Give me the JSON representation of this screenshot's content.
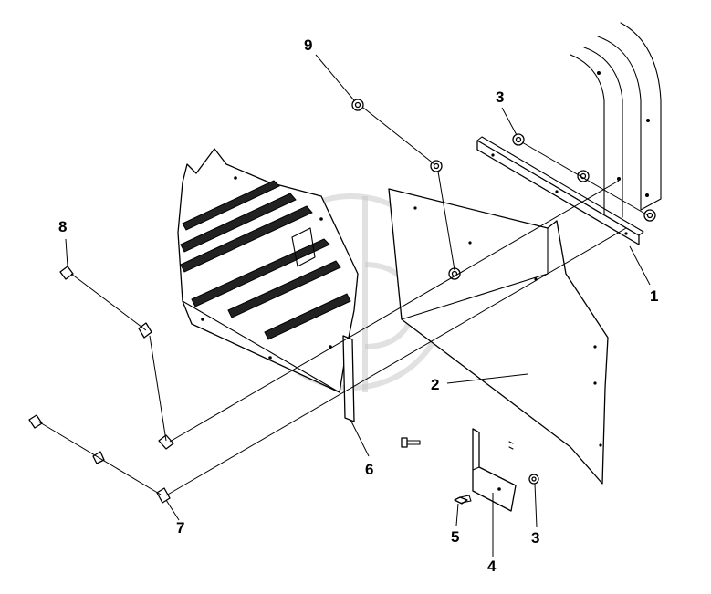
{
  "callouts": [
    {
      "id": "c1",
      "label": "1"
    },
    {
      "id": "c2",
      "label": "2"
    },
    {
      "id": "c3a",
      "label": "3"
    },
    {
      "id": "c3b",
      "label": "3"
    },
    {
      "id": "c4",
      "label": "4"
    },
    {
      "id": "c5",
      "label": "5"
    },
    {
      "id": "c6",
      "label": "6"
    },
    {
      "id": "c7",
      "label": "7"
    },
    {
      "id": "c8",
      "label": "8"
    },
    {
      "id": "c9",
      "label": "9"
    }
  ],
  "colors": {
    "line": "#000000",
    "background": "#ffffff",
    "watermark": "#c8c8c8"
  }
}
